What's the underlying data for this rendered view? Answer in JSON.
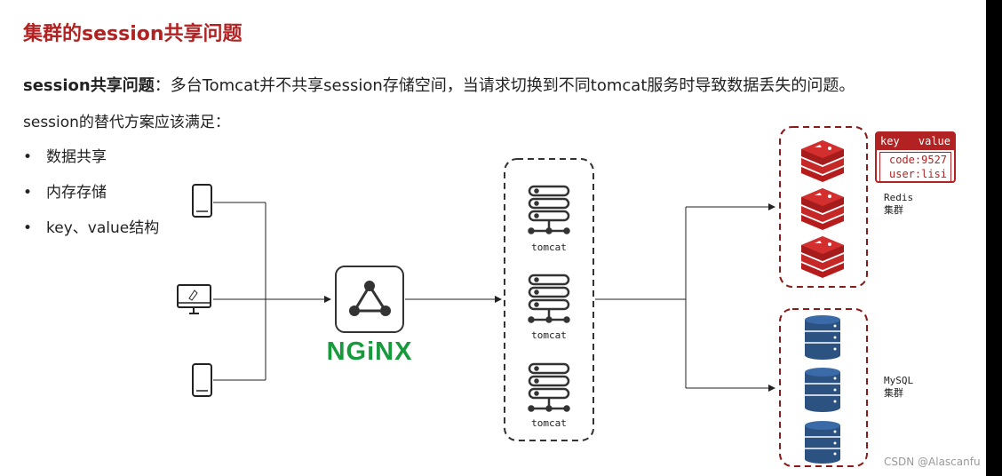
{
  "title": "集群的session共享问题",
  "problem": {
    "label": "session共享问题",
    "text": "：多台Tomcat并不共享session存储空间，当请求切换到不同tomcat服务时导致数据丢失的问题。"
  },
  "requirement": "session的替代方案应该满足：",
  "bullets": [
    "数据共享",
    "内存存储",
    "key、value结构"
  ],
  "bullet_symbol": "•",
  "diagram": {
    "nginx_label": "NGiNX",
    "tomcat_labels": [
      "tomcat",
      "tomcat",
      "tomcat"
    ],
    "kv_box": {
      "header_key": "key",
      "header_value": "value",
      "row1": "code:9527",
      "row2": "user:lisi"
    },
    "redis_label_line1": "Redis",
    "redis_label_line2": "集群",
    "mysql_label_line1": "MySQL",
    "mysql_label_line2": "集群"
  },
  "watermark": "CSDN @Alascanfu",
  "colors": {
    "title": "#b22222",
    "nginx_green": "#169a3c",
    "redis_red": "#c62828",
    "mysql_blue": "#2c5282",
    "cluster_border": "#8b1a1a"
  }
}
